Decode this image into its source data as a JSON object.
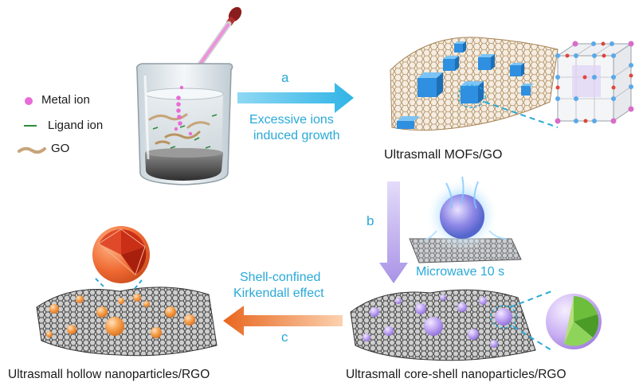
{
  "legend": {
    "metal_ion": "Metal ion",
    "ligand_ion": "Ligand ion",
    "go": "GO"
  },
  "steps": {
    "a": {
      "letter": "a",
      "caption_line1": "Excessive ions",
      "caption_line2": "induced growth"
    },
    "b": {
      "letter": "b",
      "caption": "Microwave 10 s"
    },
    "c": {
      "letter": "c",
      "caption_line1": "Shell-confined",
      "caption_line2": "Kirkendall effect"
    }
  },
  "products": {
    "mofs_go": "Ultrasmall MOFs/GO",
    "core_shell": "Ultrasmall core-shell nanoparticles/RGO",
    "hollow": "Ultrasmall hollow nanoparticles/RGO"
  },
  "colors": {
    "accent_blue": "#29a9d8",
    "metal_ion": "#e86bd6",
    "ligand_ion": "#2e8b3a",
    "go_sheet": "#c7a57a",
    "mof_cube": "#2f8fe0",
    "core_shell_sphere": "#b79cf2",
    "hollow_sphere": "#f39a46",
    "arrow_b": "#b9a7ea",
    "arrow_c": "#e8722a"
  }
}
